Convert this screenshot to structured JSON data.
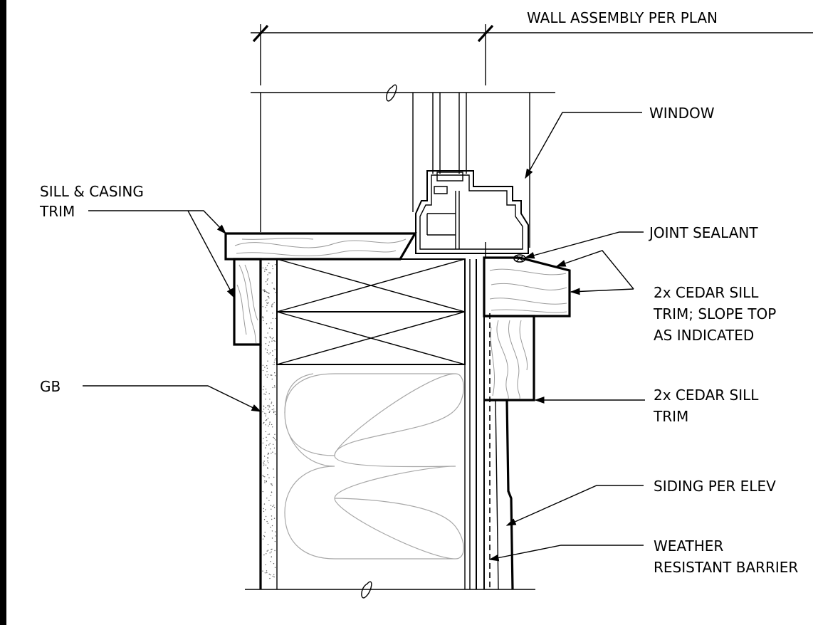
{
  "labels": {
    "wall_assembly": "WALL ASSEMBLY PER PLAN",
    "window": "WINDOW",
    "sill_casing_1": "SILL & CASING",
    "sill_casing_2": "TRIM",
    "joint_sealant": "JOINT SEALANT",
    "cedar_sill_slope_1": "2x CEDAR SILL",
    "cedar_sill_slope_2": "TRIM; SLOPE TOP",
    "cedar_sill_slope_3": "AS INDICATED",
    "gb": "GB",
    "cedar_sill_1": "2x CEDAR SILL",
    "cedar_sill_2": "TRIM",
    "siding": "SIDING PER ELEV",
    "wrb_1": "WEATHER",
    "wrb_2": "RESISTANT BARRIER"
  }
}
